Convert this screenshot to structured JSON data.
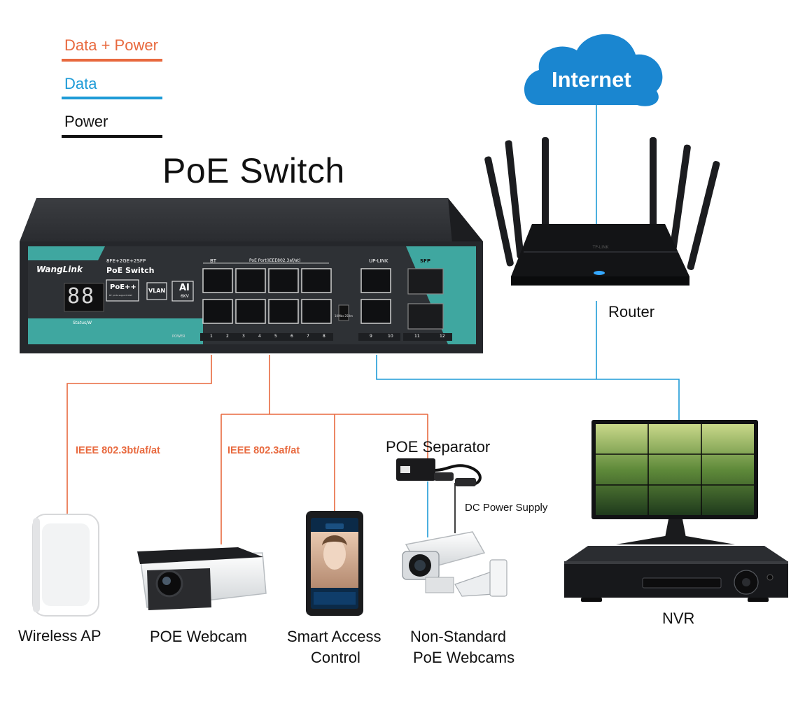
{
  "legend": [
    {
      "label": "Data + Power",
      "color": "#e8693e"
    },
    {
      "label": "Data",
      "color": "#1e9bd7"
    },
    {
      "label": "Power",
      "color": "#111111"
    }
  ],
  "title": "PoE Switch",
  "internet_label": "Internet",
  "router_label": "Router",
  "nvr_label": "NVR",
  "separator_label": "POE Separator",
  "dc_power_label": "DC Power Supply",
  "standards": {
    "left": "IEEE 802.3bt/af/at",
    "middle": "IEEE 802.3af/at"
  },
  "devices": {
    "wireless_ap": "Wireless AP",
    "poe_webcam": "POE Webcam",
    "access_control_line1": "Smart Access",
    "access_control_line2": "Control",
    "nonstd_line1": "Non-Standard",
    "nonstd_line2": "PoE Webcams"
  },
  "switch_panel": {
    "brand": "WangLink",
    "model": "8FE+2GE+2SFP",
    "name": "PoE Switch",
    "display": "88",
    "status": "Status/W",
    "poe_badge": "PoE++",
    "poe_sub": "BT ports support 90W",
    "vlan": "VLAN",
    "ai_badge": "AI",
    "ai_sub": "6KV",
    "bt": "BT",
    "poe_port_group": "PoE Port(IEEE802.3af/at)",
    "uplink": "UP-LINK",
    "sfp": "SFP",
    "speed": "10Mbs 250m",
    "power": "POWER",
    "port_numbers": [
      "1",
      "2",
      "3",
      "4",
      "5",
      "6",
      "7",
      "8",
      "9",
      "10",
      "11",
      "12"
    ]
  },
  "colors": {
    "data_power": "#e8693e",
    "data": "#1e9bd7",
    "power": "#111111",
    "cloud": "#1a86d0",
    "switch_accent": "#3fa7a0"
  }
}
